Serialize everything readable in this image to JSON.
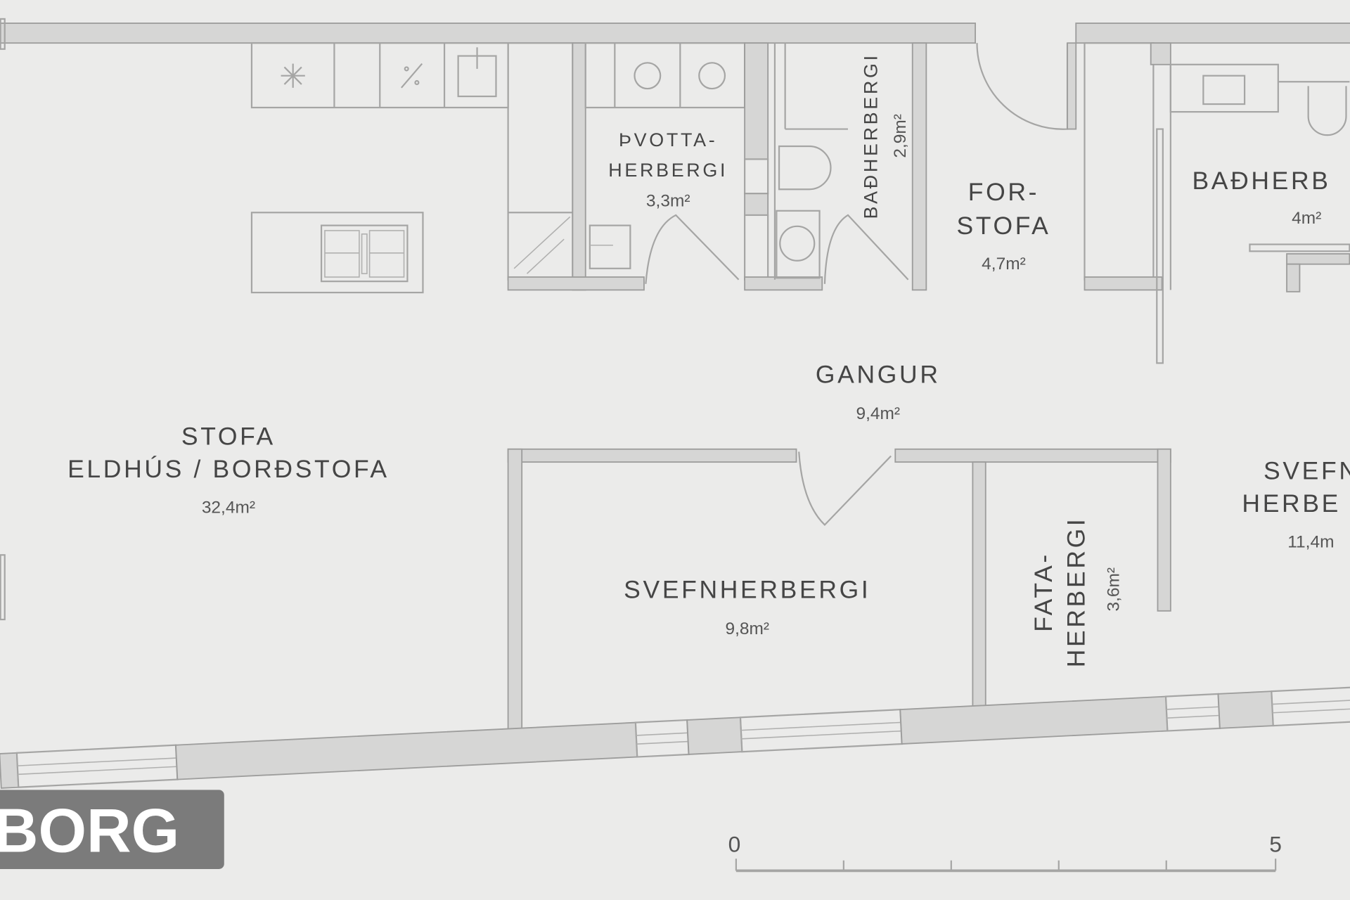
{
  "rooms": {
    "stofa": {
      "line1": "STOFA",
      "line2": "ELDHÚS / BORÐSTOFA",
      "area": "32,4m²"
    },
    "thvottaherbergi": {
      "line1": "ÞVOTTA-",
      "line2": "HERBERGI",
      "area": "3,3m²"
    },
    "badherbergi1": {
      "name": "BAÐHERBERGI",
      "area": "2,9m²"
    },
    "forstofa": {
      "line1": "FOR-",
      "line2": "STOFA",
      "area": "4,7m²"
    },
    "badherbergi2": {
      "name": "BAÐHERB",
      "area": "4m²"
    },
    "gangur": {
      "name": "GANGUR",
      "area": "9,4m²"
    },
    "svefnherbergi1": {
      "name": "SVEFNHERBERGI",
      "area": "9,8m²"
    },
    "fataherbergi": {
      "line1": "FATA-",
      "line2": "HERBERGI",
      "area": "3,6m²"
    },
    "svefnherbergi2": {
      "line1": "SVEFN",
      "line2": "HERBE",
      "area": "11,4m"
    }
  },
  "logo": {
    "text": "BORG",
    "color": "#7b7b7b"
  },
  "scale_bar": {
    "start": "0",
    "end": "5"
  },
  "colors": {
    "background": "#ebebea",
    "wall": "#d6d6d5",
    "text": "#454545"
  }
}
